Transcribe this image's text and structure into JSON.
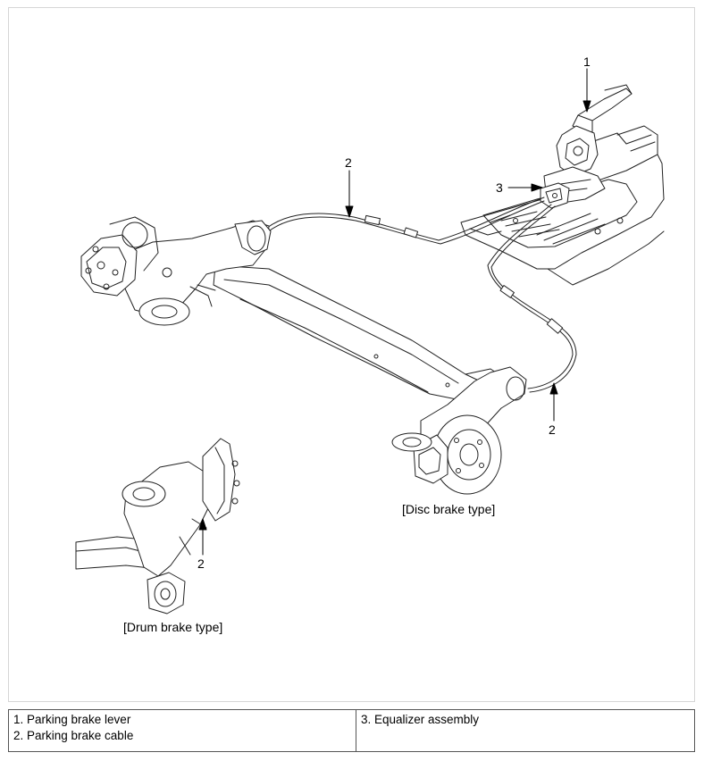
{
  "callouts": {
    "lever": "1",
    "cable_top": "2",
    "equalizer": "3",
    "cable_right": "2",
    "cable_drum": "2"
  },
  "captions": {
    "disc": "[Disc brake type]",
    "drum": "[Drum brake type]"
  },
  "legend": {
    "left": [
      "1. Parking brake lever",
      "2. Parking brake cable"
    ],
    "right": [
      "3. Equalizer assembly"
    ]
  }
}
